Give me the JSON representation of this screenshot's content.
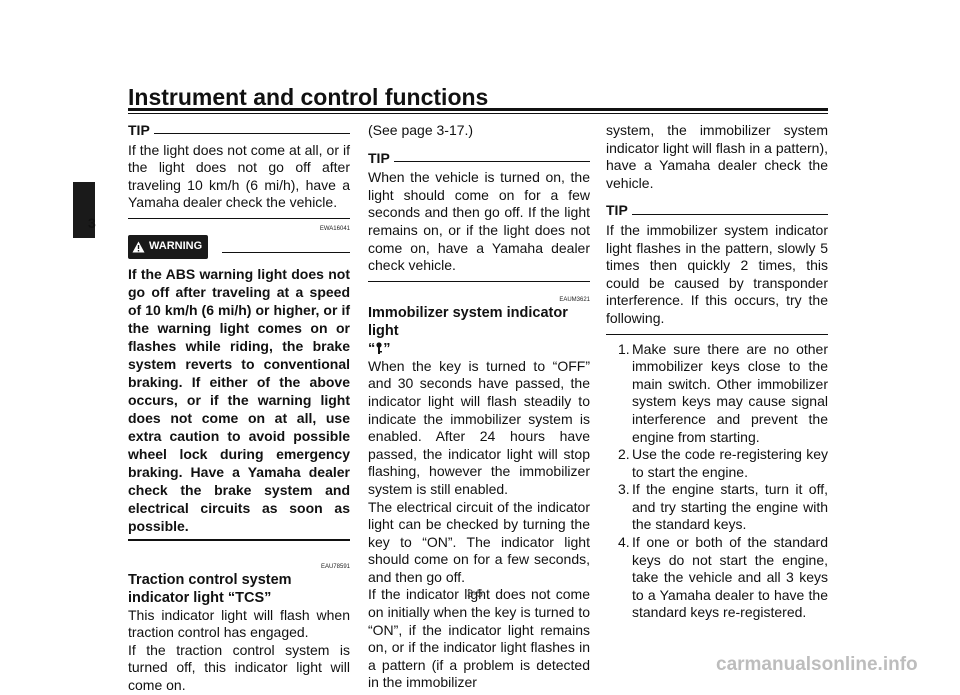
{
  "header": {
    "title": "Instrument and control functions",
    "chapter": "3"
  },
  "col1": {
    "tip_label": "TIP",
    "tip_text": "If the light does not come at all, or if the light does not go off after traveling 10 km/h (6 mi/h), have a Yamaha dealer check the vehicle.",
    "warning_code": "EWA16041",
    "warning_label": "WARNING",
    "warning_text": "If the ABS warning light does not go off after traveling at a speed of 10 km/h (6 mi/h) or higher, or if the warning light comes on or flashes while riding, the brake system reverts to conventional braking. If either of the above occurs, or if the warning light does not come on at all, use extra caution to avoid possible wheel lock during emergency braking. Have a Yamaha dealer check the brake system and electrical circuits as soon as possible.",
    "section_code": "EAU78591",
    "section_title": "Traction control system indicator light “TCS”",
    "para1": "This indicator light will flash when traction control has engaged.",
    "para2": "If the traction control system is turned off, this indicator light will come on."
  },
  "col2": {
    "see_page": "(See page 3-17.)",
    "tip_label": "TIP",
    "tip_text": "When the vehicle is turned on, the light should come on for a few seconds and then go off. If the light remains on, or if the light does not come on, have a Yamaha dealer check vehicle.",
    "section_code": "EAUM3621",
    "section_title_prefix": "Immobilizer system indicator light",
    "para1": "When the key is turned to “OFF” and 30 seconds have passed, the indicator light will flash steadily to indicate the immobilizer system is enabled. After 24 hours have passed, the indicator light will stop flashing, however the immobilizer system is still enabled.",
    "para2": "The electrical circuit of the indicator light can be checked by turning the key to “ON”. The indicator light should come on for a few seconds, and then go off.",
    "para3": "If the indicator light does not come on initially when the key is turned to “ON”, if the indicator light remains on, or if the indicator light flashes in a pattern (if a problem is detected in the immobilizer"
  },
  "col3": {
    "para1": "system, the immobilizer system indicator light will flash in a pattern), have a Yamaha dealer check the vehicle.",
    "tip_label": "TIP",
    "tip_text": "If the immobilizer system indicator light flashes in the pattern, slowly 5 times then quickly 2 times, this could be caused by transponder interference. If this occurs, try the following.",
    "steps": [
      {
        "n": "1.",
        "text": "Make sure there are no other immobilizer keys close to the main switch. Other immobilizer system keys may cause signal interference and prevent the engine from starting."
      },
      {
        "n": "2.",
        "text": "Use the code re-registering key to start the engine."
      },
      {
        "n": "3.",
        "text": "If the engine starts, turn it off, and try starting the engine with the standard keys."
      },
      {
        "n": "4.",
        "text": "If one or both of the standard keys do not start the engine, take the vehicle and all 3 keys to a Yamaha dealer to have the standard keys re-registered."
      }
    ]
  },
  "footer": {
    "page_number": "3-5",
    "watermark": "carmanualsonline.info"
  }
}
